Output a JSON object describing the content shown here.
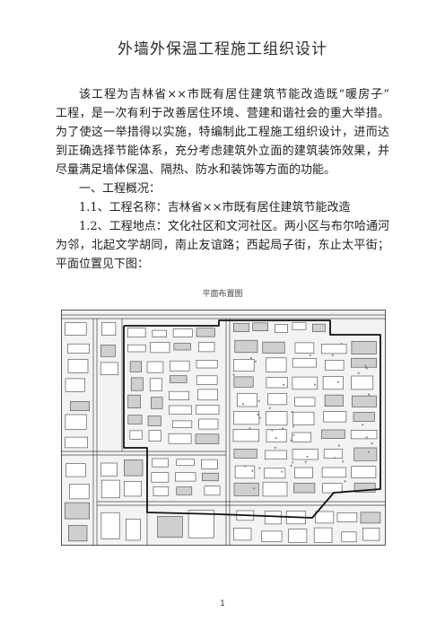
{
  "title": "外墙外保温工程施工组织设计",
  "body": {
    "intro_lines": [
      "该工程为吉林省××市既有居住建筑节能改造既“暖房子”",
      "工程，是一次有利于改善居住环境、营建和谐社会的重大举措。",
      "为了使这一举措得以实施，特编制此工程施工组织设计，进而达",
      "到正确选择节能体系，充分考虑建筑外立面的建筑装饰效果，并",
      "尽量满足墙体保温、隔热、防水和装饰等方面的功能。"
    ],
    "section_heading": "一、工程概况：",
    "item_1_1": "1.1、工程名称：吉林省××市既有居住建筑节能改造",
    "item_1_2_lines": [
      "1.2、工程地点：文化社区和文河社区。两小区与布尔哈通河",
      "为邻，北起文学胡同，南止友谊路；西起局子街，东止太平街；",
      "平面位置见下图："
    ]
  },
  "figure": {
    "caption": "平面布置图"
  },
  "page_number": "1",
  "colors": {
    "text": "#222222",
    "plan_line": "#444444",
    "plan_boundary": "#111111"
  }
}
